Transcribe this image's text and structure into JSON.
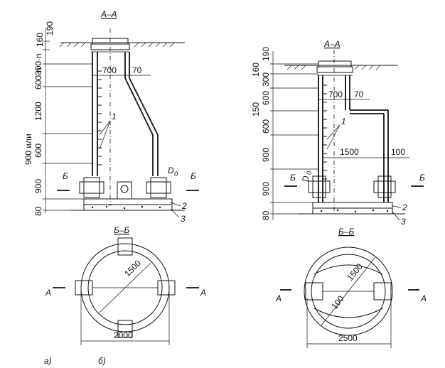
{
  "left": {
    "section_title": "А–А",
    "dims_top": [
      "190",
      "160"
    ],
    "dims_vertical": [
      "300·n",
      "600·n",
      "1200",
      "600",
      "900 или",
      "900",
      "80"
    ],
    "dims_horizontal": [
      "700",
      "70"
    ],
    "diameter_label": "D",
    "diameter_sub": "0",
    "cut_marker": "Б",
    "callouts": [
      "1",
      "2",
      "3"
    ],
    "plan_title": "Б–Б",
    "plan_diameter": "1500",
    "plan_width": "2000",
    "plan_marker": "А",
    "caption": "а)"
  },
  "right": {
    "section_title": "А–А",
    "dims_vertical": [
      "190",
      "160",
      "300",
      "150",
      "600",
      "600",
      "900",
      "900",
      "80"
    ],
    "dims_horizontal": [
      "700",
      "70",
      "1500",
      "100"
    ],
    "diameter_label": "D",
    "diameter_sub": "0",
    "cut_marker": "Б",
    "callouts": [
      "1",
      "2",
      "3"
    ],
    "plan_title": "Б–Б",
    "plan_diameter": "1500",
    "plan_inner": "100",
    "plan_width": "2500",
    "plan_marker": "А",
    "caption": "б)"
  }
}
